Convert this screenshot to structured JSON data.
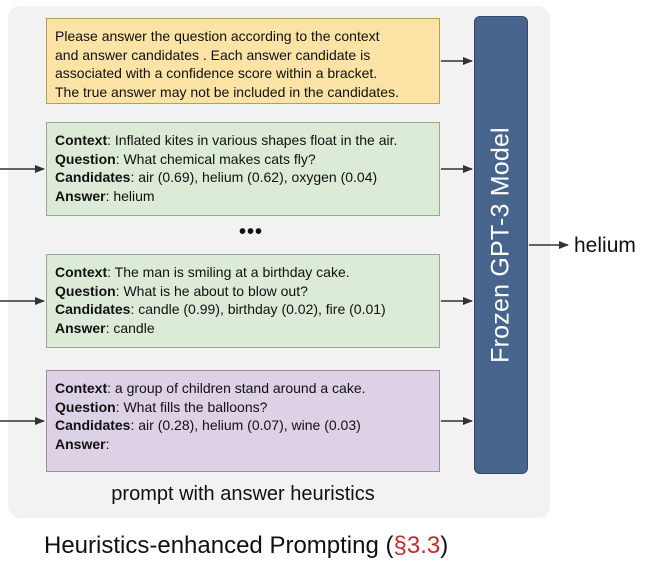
{
  "instruction": {
    "lines": [
      "Please answer the question according to the context",
      "and answer candidates . Each answer candidate is",
      "associated with a confidence score within a bracket.",
      "The true answer may not be included in the candidates."
    ]
  },
  "examples": [
    {
      "context_label": "Context",
      "context": ": Inflated kites in various shapes float in the air.",
      "question_label": "Question",
      "question": ": What chemical makes cats fly?",
      "candidates_label": "Candidates",
      "candidates": ": air (0.69), helium (0.62), oxygen (0.04)",
      "answer_label": "Answer",
      "answer": ": helium"
    },
    {
      "context_label": "Context",
      "context": ": The man is smiling at a birthday cake.",
      "question_label": "Question",
      "question": ": What is he about to blow out?",
      "candidates_label": "Candidates",
      "candidates": ": candle (0.99), birthday (0.02), fire (0.01)",
      "answer_label": "Answer",
      "answer": ": candle"
    }
  ],
  "ellipsis": "•••",
  "query": {
    "context_label": "Context",
    "context": ": a group of children stand around a cake.",
    "question_label": "Question",
    "question": ": What fills the balloons?",
    "candidates_label": "Candidates",
    "candidates": ": air (0.28), helium (0.07), wine (0.03)",
    "answer_label": "Answer",
    "answer": ":"
  },
  "model_label": "Frozen GPT-3 Model",
  "output_label": "helium",
  "panel_caption": "prompt with answer heuristics",
  "title": {
    "text": "Heuristics-enhanced Prompting (",
    "ref": "§3.3",
    "close": ")"
  },
  "colors": {
    "instruction_fill": "#fbe3a6",
    "example_fill": "#dcebd7",
    "query_fill": "#ddd1e6",
    "model_fill": "#47648c",
    "reference_text": "#c12a2a"
  }
}
